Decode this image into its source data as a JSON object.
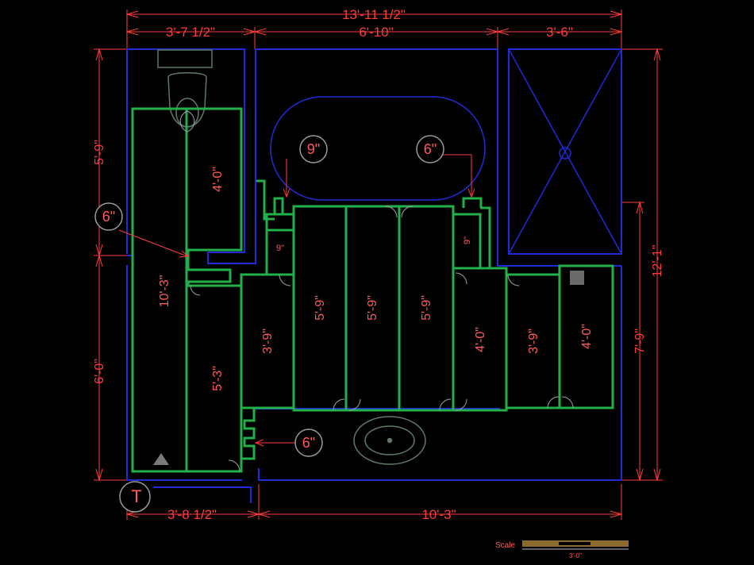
{
  "colors": {
    "background": "#000000",
    "walls": "#1f2bd6",
    "cabinets": "#22b04a",
    "dimensions": "#ff3b3b",
    "fixtures": "#5f7a66"
  },
  "dimensions": {
    "overall_width": "13'-11 1/2\"",
    "top_left": "3'-7 1/2\"",
    "top_middle": "6'-10\"",
    "top_right": "3'-6\"",
    "left_upper": "5'-9\"",
    "left_lower": "6'-0\"",
    "right_overall": "12'-1\"",
    "right_lower": "7'-9\"",
    "bottom_left": "3'-8 1/2\"",
    "bottom_right": "10'-3\""
  },
  "cabinets": {
    "left_tall": "10'-3\"",
    "left_upper": "4'-0\"",
    "left_lower": "5'-3\"",
    "mid_left": "3'-9\"",
    "bank_1": "5'-9\"",
    "bank_2": "5'-9\"",
    "bank_3": "5'-9\"",
    "small_left": "9\"",
    "small_right": "9\"",
    "right_1": "4'-0\"",
    "right_2": "3'-9\"",
    "right_3": "4'-0\""
  },
  "markers": {
    "tub_left": "9\"",
    "tub_right": "6\"",
    "left_wall": "6\"",
    "bottom": "6\"",
    "corner": "T"
  },
  "scale": {
    "label": "Scale",
    "value": "3'-0\""
  }
}
